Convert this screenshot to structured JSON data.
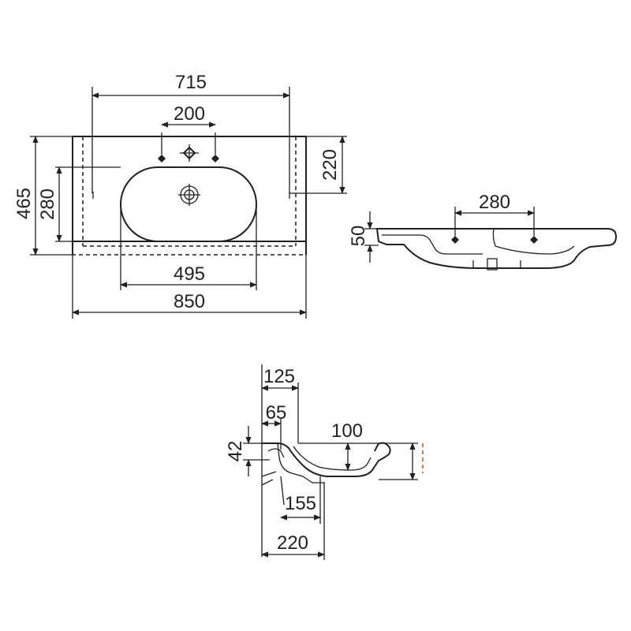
{
  "top_view": {
    "dim_faucet_span": "715",
    "dim_hole_spacing": "200",
    "dim_side_depth": "220",
    "dim_total_depth": "465",
    "dim_bowl_depth": "280",
    "dim_bowl_width": "495",
    "dim_total_width": "850"
  },
  "front_view": {
    "dim_hole_spacing": "280",
    "dim_height": "50"
  },
  "side_view": {
    "dim_depth_a": "125",
    "dim_depth_b": "65",
    "dim_rim": "42",
    "dim_bowl_height": "100",
    "dim_drain": "155",
    "dim_base": "220"
  }
}
